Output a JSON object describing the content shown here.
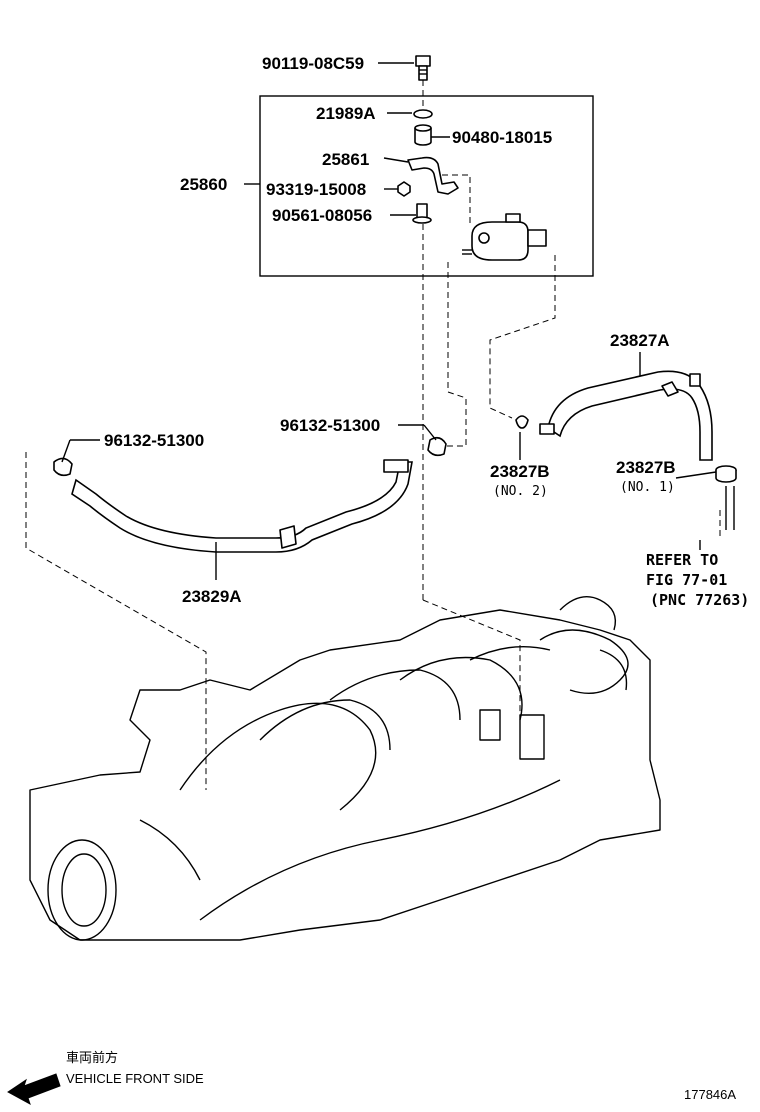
{
  "labels": {
    "p1": "90119-08C59",
    "p2": "21989A",
    "p3": "90480-18015",
    "p4": "25861",
    "p5": "25860",
    "p6": "93319-15008",
    "p7": "90561-08056",
    "p8": "23827A",
    "p9": "96132-51300",
    "p10": "96132-51300",
    "p11": "23827B",
    "p11_sub": "(NO. 2)",
    "p12": "23827B",
    "p12_sub": "(NO. 1)",
    "p13": "23829A",
    "ref1": "REFER TO",
    "ref2": "FIG 77-01",
    "ref3": "(PNC 77263)"
  },
  "footer": {
    "jp": "車両前方",
    "en": "VEHICLE FRONT SIDE",
    "code": "177846A"
  },
  "icons": {
    "arrow": "front-direction-arrow-icon"
  }
}
